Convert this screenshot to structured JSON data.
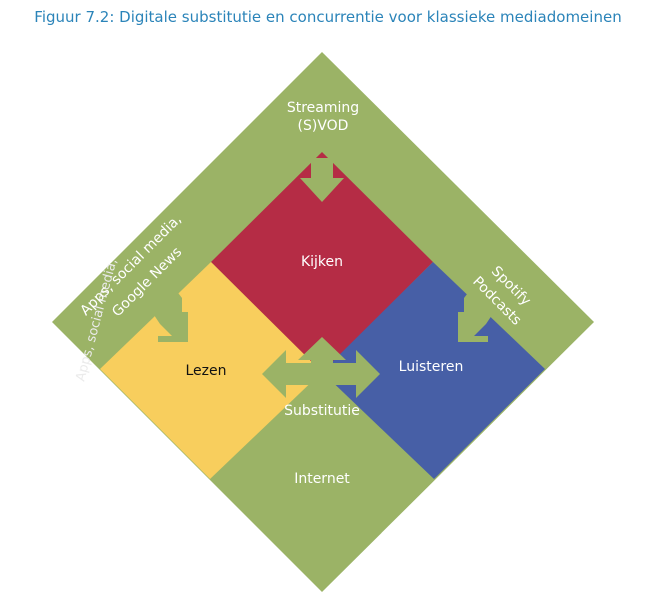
{
  "title": "Figuur 7.2: Digitale substitutie en concurrentie voor klassieke mediadomeinen",
  "labels": {
    "streaming_line1": "Streaming",
    "streaming_line2": "(S)VOD",
    "apps_line1": "Apps, social media,",
    "apps_line2": "Google News",
    "apps_shadow": "Apps, social media,",
    "spotify_line1": "Spotify",
    "spotify_line2": "Podcasts",
    "kijken": "Kijken",
    "lezen": "Lezen",
    "luisteren": "Luisteren",
    "substitutie": "Substitutie",
    "internet": "Internet"
  },
  "colors": {
    "green": "#9bb366",
    "red": "#b52c45",
    "yellow": "#f8ce5d",
    "blue": "#475fa6",
    "arrow": "#9bb366",
    "title": "#2b84b9",
    "white_text": "#ffffff",
    "dark_text": "#111111"
  },
  "icons": [
    "arrow-down-icon",
    "arrow-down-right-icon",
    "arrow-down-left-icon",
    "arrow-up-icon",
    "arrow-left-icon",
    "arrow-right-icon"
  ]
}
